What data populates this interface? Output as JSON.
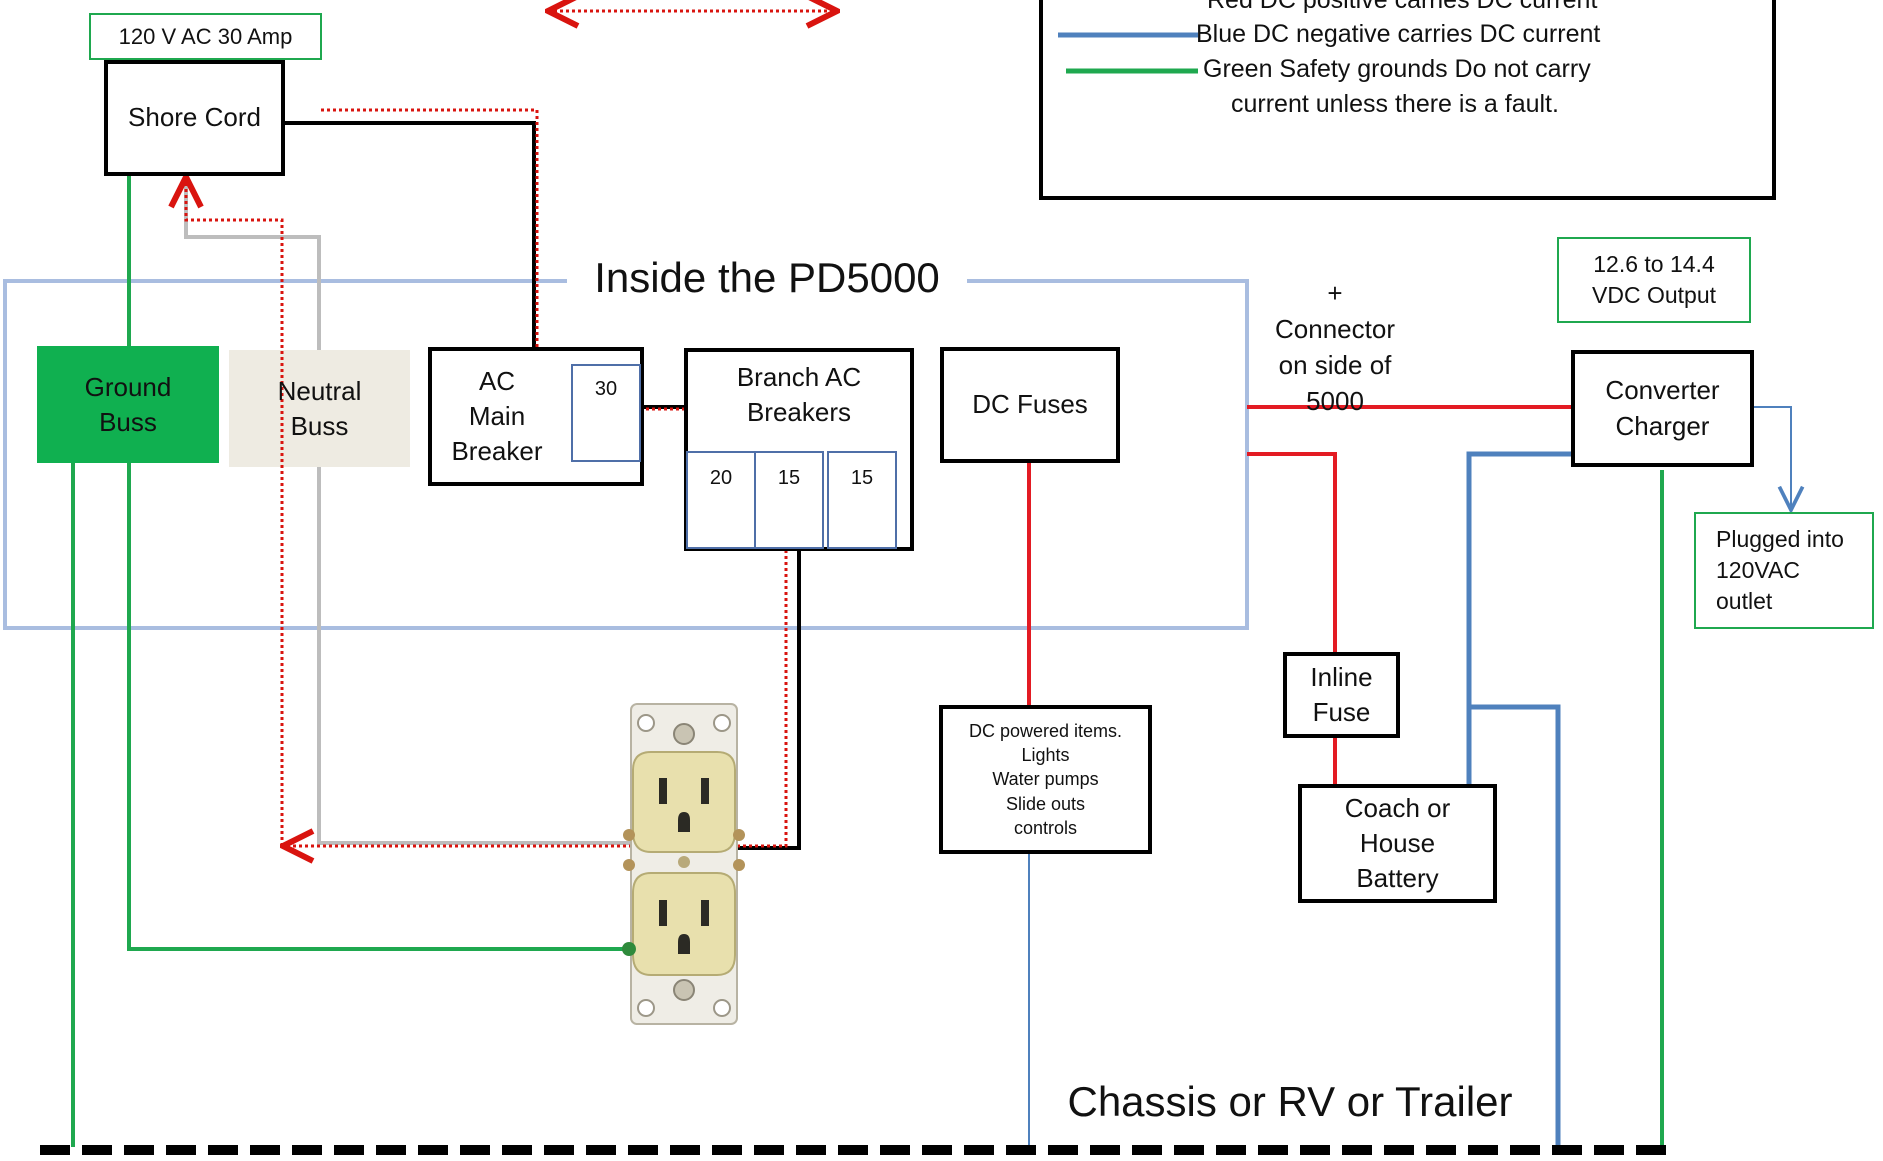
{
  "colors": {
    "hot": "#000000",
    "neutral": "#bdbdbd",
    "ground": "#1fa84f",
    "dc_positive": "#e31b23",
    "dc_negative": "#4f81bd",
    "flow_arrow": "#d9140f",
    "ground_buss_fill": "#10b050",
    "neutral_buss_fill": "#eeebe2",
    "pd5000_outline": "#a9bde0"
  },
  "legend": {
    "red_line": "Red DC positive carries DC current",
    "blue_line": "Blue DC negative carries DC current",
    "green_line": "Green Safety grounds Do not carry",
    "green_line_cont": "current unless there is a fault."
  },
  "labels": {
    "supply": "120 V AC 30 Amp",
    "shore_cord": "Shore Cord",
    "pd5000_title": "Inside the PD5000",
    "ground_buss": "Ground\nBuss",
    "neutral_buss": "Neutral\nBuss",
    "ac_main_breaker": "AC\nMain\nBreaker",
    "main_breaker_rating": "30",
    "branch_breakers": "Branch AC\nBreakers",
    "branch_ratings": [
      "20",
      "15",
      "15"
    ],
    "dc_fuses": "DC Fuses",
    "connector": "+\nConnector\non side  of\n5000",
    "output": "12.6  to 14.4\nVDC Output",
    "converter": "Converter\nCharger",
    "plugged": "Plugged into\n120VAC\noutlet",
    "dc_items": "DC powered items.\nLights\nWater pumps\nSlide outs\ncontrols",
    "inline_fuse": "Inline\nFuse",
    "battery": "Coach or\nHouse\nBattery",
    "chassis": "Chassis or RV or Trailer"
  },
  "icons": {
    "receptacle": "duplex-outlet-icon"
  }
}
